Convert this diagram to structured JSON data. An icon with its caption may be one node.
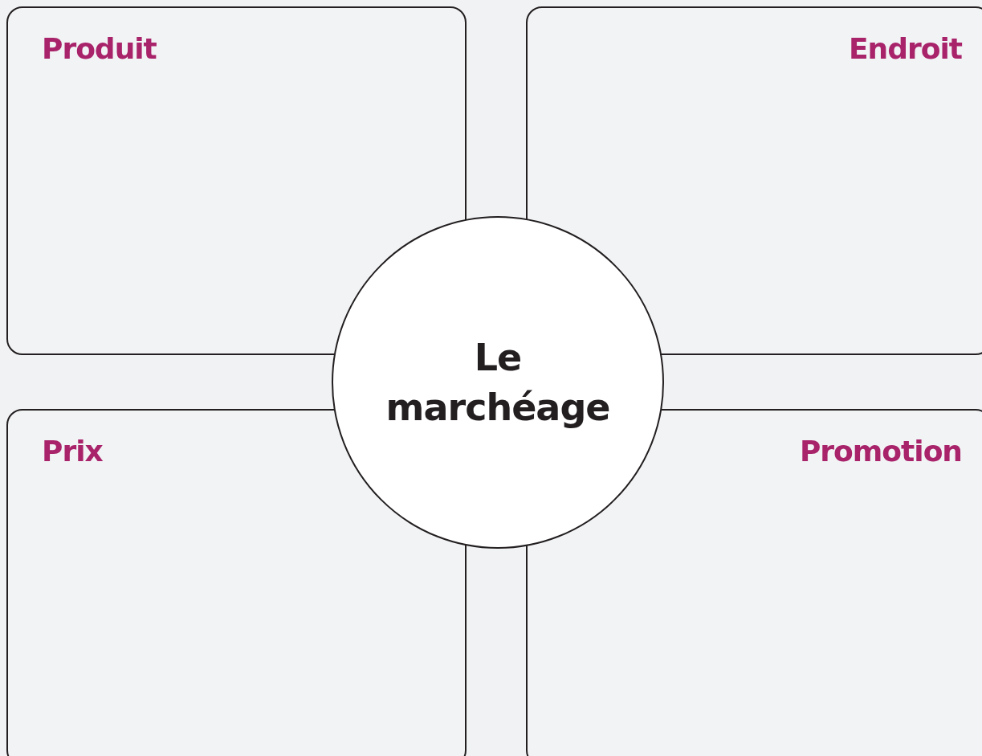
{
  "diagram": {
    "nodes": [
      {
        "text": [
          "Produit"
        ]
      },
      {
        "text": [
          "Endroit"
        ]
      },
      {
        "text": [
          "Le marchéage"
        ]
      },
      {
        "text": [
          "Prix"
        ]
      },
      {
        "text": [
          "Promotion"
        ]
      }
    ]
  }
}
